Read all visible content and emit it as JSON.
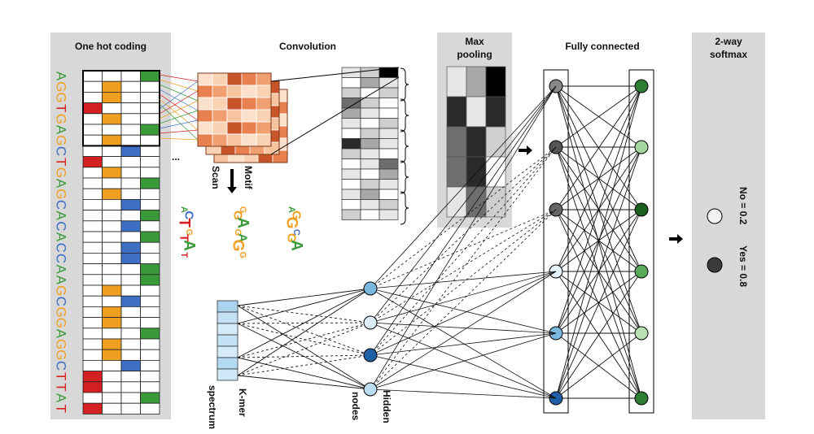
{
  "titles": {
    "one_hot": "One hot coding",
    "convolution": "Convolution",
    "max_pooling_1": "Max",
    "max_pooling_2": "pooling",
    "fully_connected": "Fully connected",
    "softmax_1": "2-way",
    "softmax_2": "softmax"
  },
  "labels": {
    "motif": "Motif",
    "scan": "Scan",
    "kmer": "K-mer",
    "spectrum": "spectrum",
    "hidden": "Hidden",
    "nodes": "nodes",
    "no": "No = 0.2",
    "yes": "Yes = 0.8",
    "ellipsis": "..."
  },
  "sequence": "AGGTGAGCTGAGCACACCAAGCGGAGGCTTAT",
  "colors": {
    "A": "#3a9a3a",
    "C": "#3d6fc4",
    "G": "#f0a020",
    "T": "#d42020",
    "panel": "#d8d8d8",
    "dark_node": "#555555",
    "blue_node": "#1f5fa8",
    "light_blue_node": "#bcdcef"
  },
  "motif_logos": [
    "ACTGTAT",
    "GGAGAGG",
    "AGGCGA"
  ]
}
